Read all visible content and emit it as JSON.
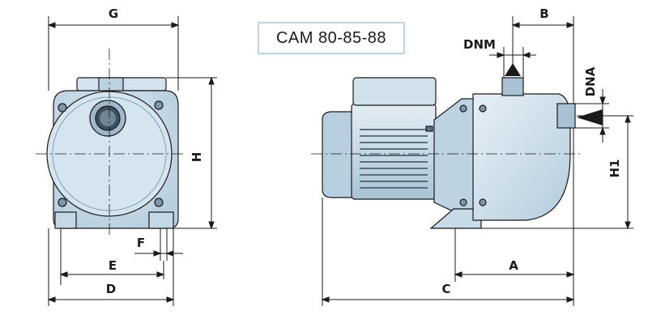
{
  "title": "CAM 80-85-88",
  "labels": {
    "G": "G",
    "H": "H",
    "F": "F",
    "E": "E",
    "D": "D",
    "B": "B",
    "DNM": "DNM",
    "DNA": "DNA",
    "H1": "H1",
    "A": "A",
    "C": "C"
  },
  "colors": {
    "pump_fill": "#c9dde9",
    "pump_dark": "#9fbccd",
    "line": "#1a1a1a",
    "title_border": "#b9d7e3"
  }
}
